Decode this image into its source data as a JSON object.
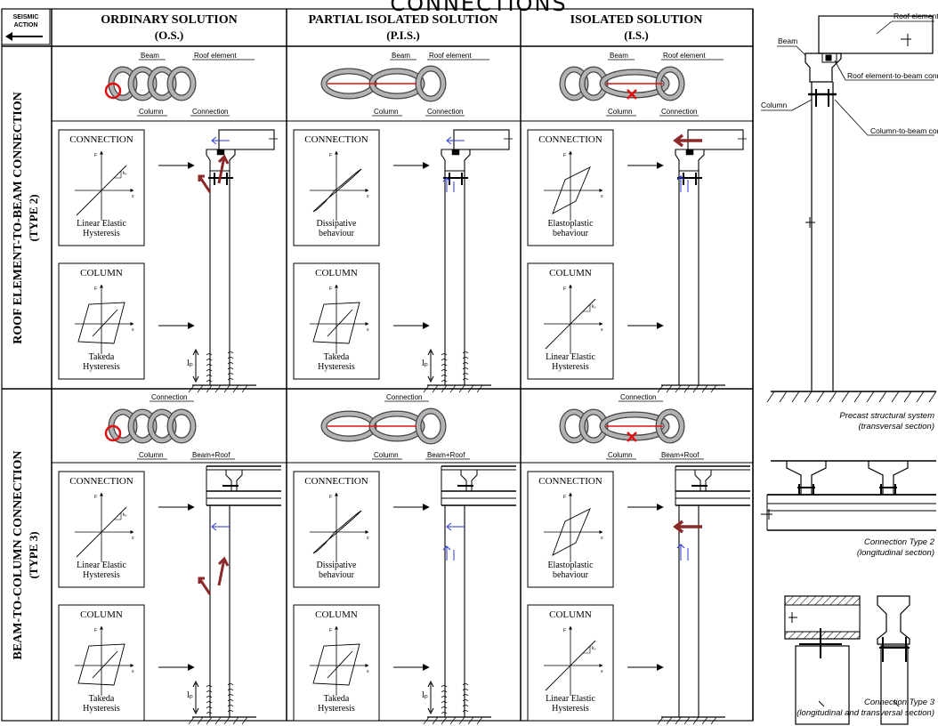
{
  "top_title": "CONNECTIONS",
  "seismic": {
    "line1": "SEISMIC",
    "line2": "ACTION"
  },
  "columns": [
    {
      "title": "ORDINARY SOLUTION",
      "abbr": "(O.S.)"
    },
    {
      "title": "PARTIAL ISOLATED SOLUTION",
      "abbr": "(P.I.S.)"
    },
    {
      "title": "ISOLATED SOLUTION",
      "abbr": "(I.S.)"
    }
  ],
  "rows": [
    {
      "title": "ROOF ELEMENT-TO-BEAM CONNECTION",
      "type": "(TYPE 2)"
    },
    {
      "title": "BEAM-TO-COLUMN CONNECTION",
      "type": "(TYPE 3)"
    }
  ],
  "chain_labels": {
    "row1": {
      "left_top": "Beam",
      "right_top": "Roof element",
      "left_bottom": "Column",
      "right_bottom": "Connection"
    },
    "row2": {
      "top": "Connection",
      "left_bottom": "Column",
      "right_bottom": "Beam+Roof"
    }
  },
  "box_titles": {
    "connection": "CONNECTION",
    "column": "COLUMN"
  },
  "behaviours": {
    "connection": [
      "Linear Elastic Hysteresis",
      "Dissipative behaviour",
      "Elastoplastic behaviour"
    ],
    "column": [
      "Takeda Hysteresis",
      "Takeda Hysteresis",
      "Linear Elastic Hysteresis"
    ]
  },
  "axis": {
    "f": "F",
    "s": "s",
    "k": "k₀"
  },
  "lp": "lₚ",
  "right_panel": {
    "labels": {
      "roof_element": "Roof element",
      "beam": "Beam",
      "roof_conn": "Roof element-to-beam connection",
      "column": "Column",
      "col_conn": "Column-to-beam connection"
    },
    "captions": [
      {
        "line1": "Precast structural system",
        "line2": "(transversal section)"
      },
      {
        "line1": "Connection Type 2",
        "line2": "(longitudinal section)"
      },
      {
        "line1": "Connection Type 3",
        "line2": "(longitudinal and transversal section)"
      }
    ]
  },
  "colors": {
    "grid": "#000000",
    "red": "#e01010",
    "darkred": "#8b2a2a",
    "blue": "#2a3ad0",
    "chain": "#8c8c8c"
  }
}
